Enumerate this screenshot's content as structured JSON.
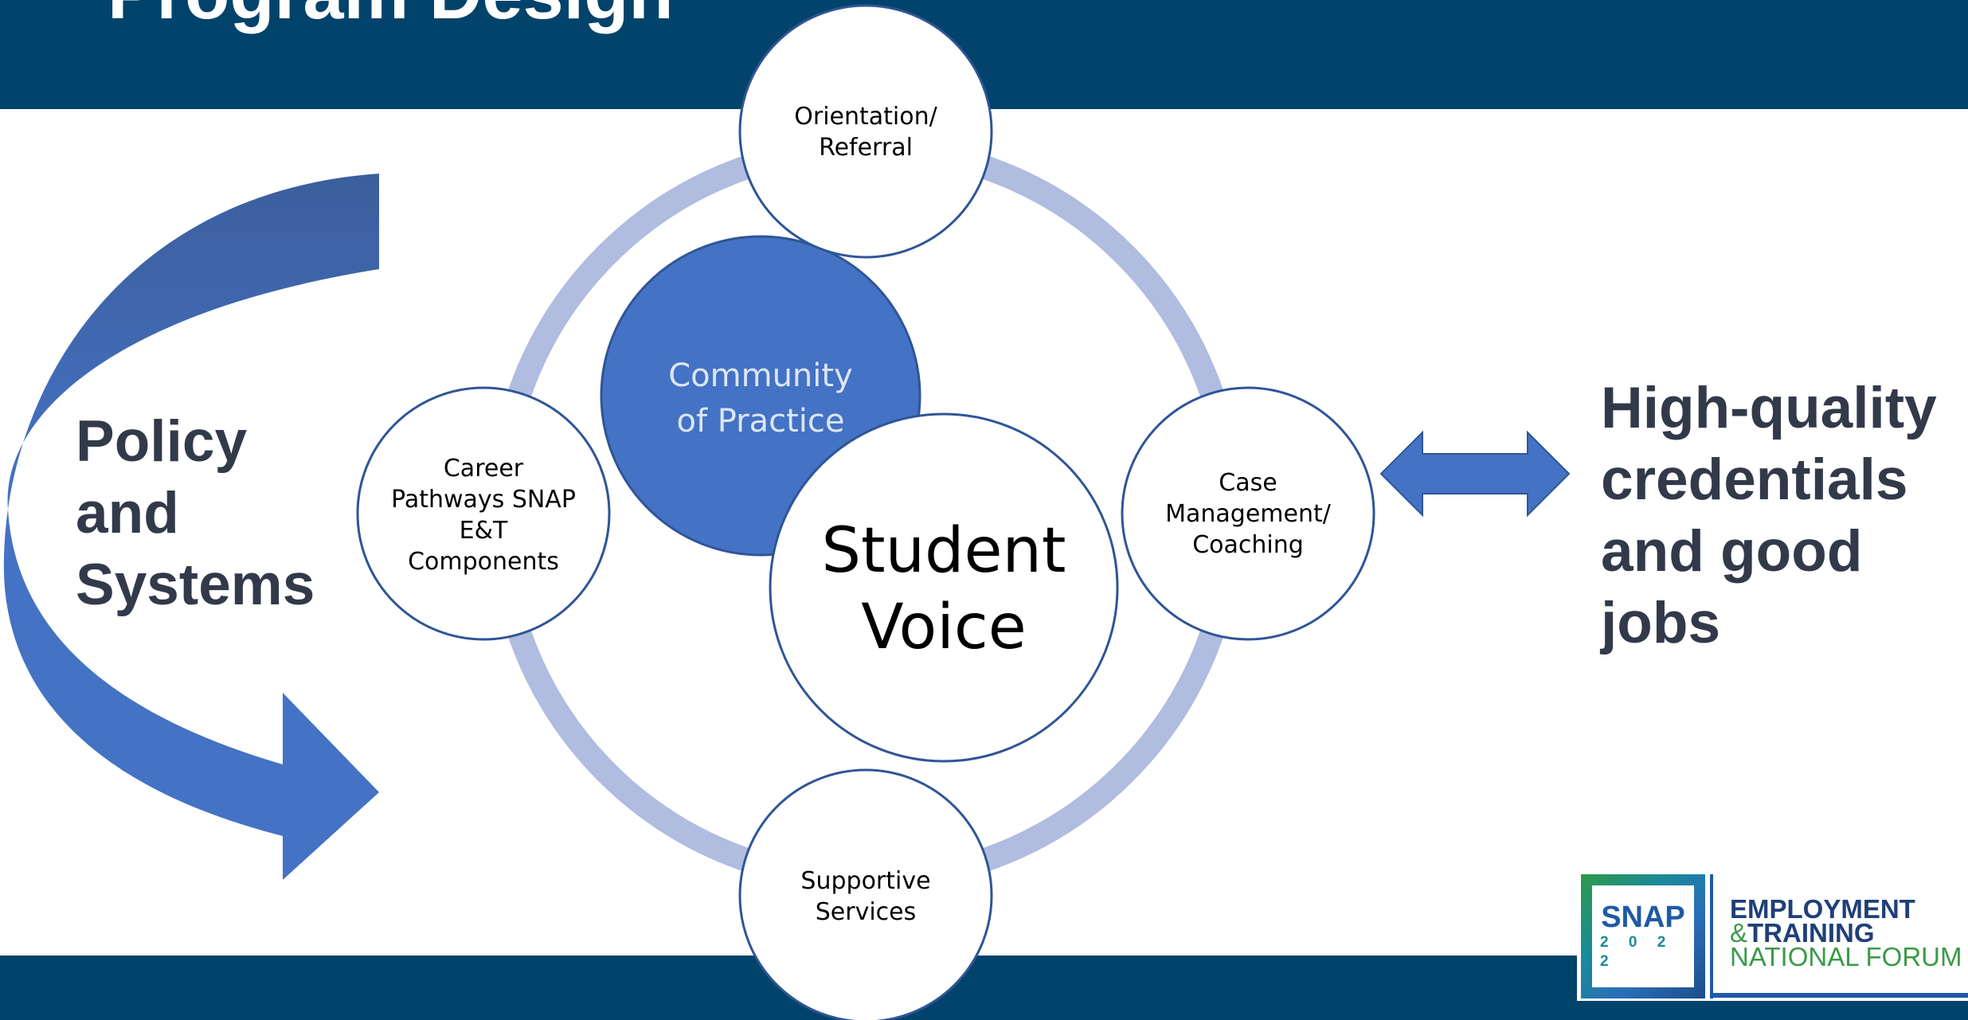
{
  "title": "Program Design",
  "policy": {
    "line1": "Policy",
    "line2": "and",
    "line3": "Systems"
  },
  "center": {
    "community": {
      "line1": "Community",
      "line2": "of Practice"
    },
    "student": {
      "line1": "Student",
      "line2": "Voice"
    }
  },
  "nodes": {
    "orientation": {
      "line1": "Orientation/",
      "line2": "Referral"
    },
    "career": {
      "line1": "Career",
      "line2": "Pathways SNAP",
      "line3": "E&T",
      "line4": "Components"
    },
    "case": {
      "line1": "Case",
      "line2": "Management/",
      "line3": "Coaching"
    },
    "supportive": {
      "line1": "Supportive",
      "line2": "Services"
    }
  },
  "outcome": {
    "line1": "High-quality",
    "line2": "credentials",
    "line3": "and good",
    "line4": "jobs"
  },
  "logo": {
    "snap": "SNAP",
    "year": "2 0 2 2",
    "line1": "EMPLOYMENT",
    "line2_amp": "&",
    "line2": "TRAINING",
    "line3": "NATIONAL FORUM"
  },
  "colors": {
    "header_bar": "#02436b",
    "ring": "#b0bce0",
    "community_fill": "#4472c4",
    "node_border": "#2f5597",
    "arrow_blue": "#4472c4",
    "text_dark": "#323a4a"
  },
  "icons": {
    "cycle_arrow": "curved-arrow-icon",
    "outcome_arrow": "double-arrow-icon"
  }
}
